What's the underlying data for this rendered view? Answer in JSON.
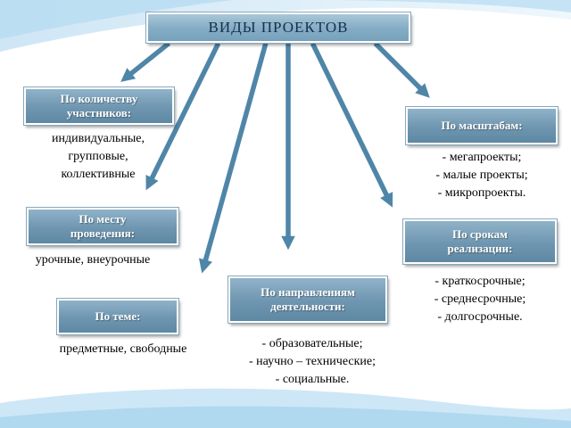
{
  "colors": {
    "box_fill": "#7aa0b8",
    "arrow_fill": "#4f86a8",
    "text": "#000000",
    "box_text": "#ffffff"
  },
  "title": "ВИДЫ  ПРОЕКТОВ",
  "categories": [
    {
      "id": "participants",
      "label_lines": [
        "По количеству",
        "участников:"
      ],
      "items": [
        "индивидуальные,",
        "групповые,",
        "коллективные"
      ]
    },
    {
      "id": "scale",
      "label_lines": [
        "По масштабам:"
      ],
      "items": [
        "- мегапроекты;",
        "- малые проекты;",
        "- микропроекты."
      ]
    },
    {
      "id": "place",
      "label_lines": [
        "По месту",
        "проведения:"
      ],
      "items": [
        "урочные, внеурочные"
      ]
    },
    {
      "id": "duration",
      "label_lines": [
        "По срокам",
        "реализации:"
      ],
      "items": [
        "- краткосрочные;",
        "- среднесрочные;",
        "- долгосрочные."
      ]
    },
    {
      "id": "direction",
      "label_lines": [
        "По направлениям",
        "деятельности:"
      ],
      "items": [
        "- образовательные;",
        "- научно – технические;",
        "- социальные."
      ]
    },
    {
      "id": "topic",
      "label_lines": [
        "По теме:"
      ],
      "items": [
        "предметные, свободные"
      ]
    }
  ]
}
